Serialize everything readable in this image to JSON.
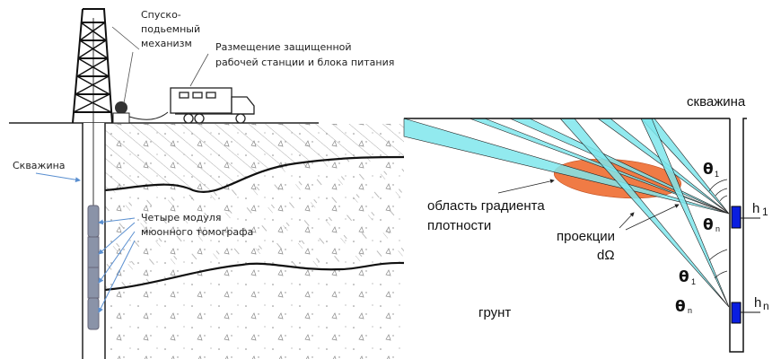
{
  "left_panel": {
    "labels": {
      "hoist_line1": "Спуско-",
      "hoist_line2": "подьемный",
      "hoist_line3": "механизм",
      "station_line1": "Размещение защищенной",
      "station_line2": "рабочей станции и блока питания",
      "well": "Скважина",
      "modules_line1": "Четыре модуля",
      "modules_line2": "мюонного томографа"
    }
  },
  "right_panel": {
    "labels": {
      "well": "скважина",
      "gradient_line1": "область градиента",
      "gradient_line2": "плотности",
      "projections_line1": "проекции",
      "projections_line2": "dΩ",
      "soil": "грунт",
      "theta": "θ",
      "sub_1": "1",
      "sub_n": "n",
      "h": "h"
    },
    "colors": {
      "beam": "#7fe6ec",
      "anomaly": "#f07b45",
      "detector": "#0a1ee0"
    }
  }
}
